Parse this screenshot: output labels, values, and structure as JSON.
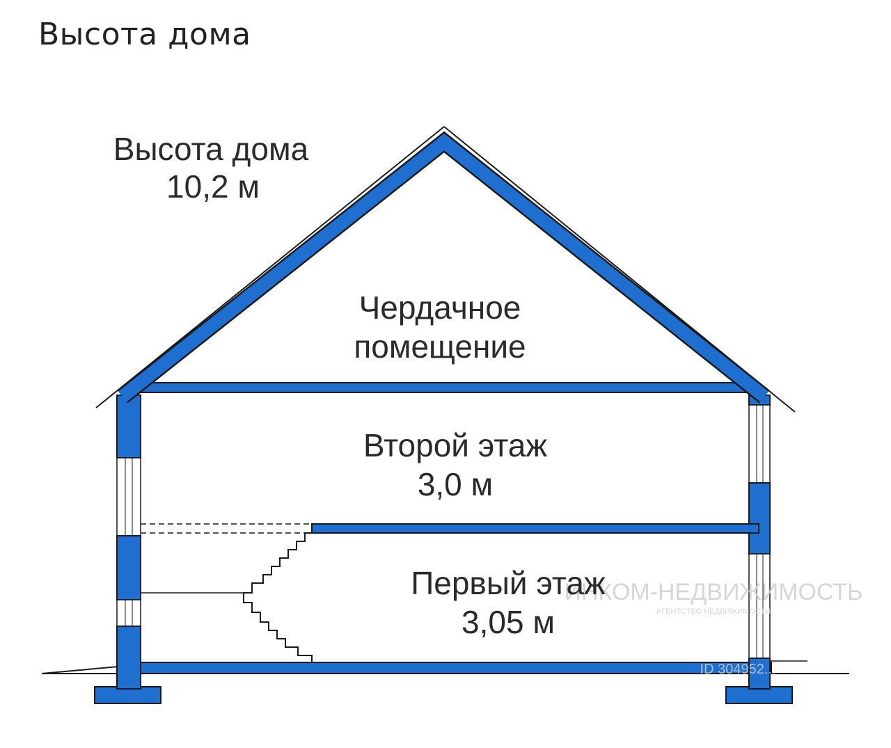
{
  "page_title": "Высота дома",
  "colors": {
    "structure": "#1f6fd1",
    "outline": "#1a1a1a",
    "text": "#2a2a2a",
    "watermark": "#cfcfcf"
  },
  "labels": {
    "house_height_title": "Высота дома",
    "house_height_value": "10,2 м",
    "attic_line1": "Чердачное",
    "attic_line2": "помещение",
    "second_floor_name": "Второй этаж",
    "second_floor_height": "3,0 м",
    "first_floor_name": "Первый этаж",
    "first_floor_height": "3,05 м"
  },
  "watermark": {
    "brand": "ИНКОМ-НЕДВИЖИМОСТЬ",
    "tagline": "АГЕНТСТВО НЕДВИЖИМОСТИ",
    "id_text": "ID 304952..."
  }
}
